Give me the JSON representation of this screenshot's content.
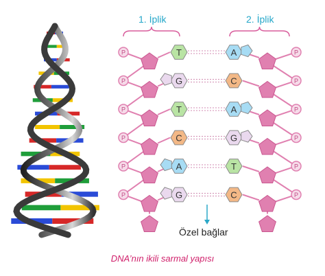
{
  "labels": {
    "strand_1": "1. İplik",
    "strand_2": "2. İplik",
    "special_bonds": "Özel bağlar",
    "caption": "DNA’nın ikili sarmal yapısı",
    "phosphate": "P"
  },
  "base_pairs": [
    {
      "left": "T",
      "right": "A"
    },
    {
      "left": "G",
      "right": "C"
    },
    {
      "left": "T",
      "right": "A"
    },
    {
      "left": "C",
      "right": "G"
    },
    {
      "left": "A",
      "right": "T"
    },
    {
      "left": "G",
      "right": "C"
    }
  ],
  "colors": {
    "backbone": "#e080b0",
    "phosphate_fill": "#f6dbe9",
    "bracket": "#d85d9c",
    "strand_label": "#25a7c9",
    "caption": "#d0206b",
    "arrow": "#2aa8c8",
    "base_T": "#b9e4a4",
    "base_A": "#a7dcf4",
    "base_G": "#ead9ee",
    "base_C": "#f3b886"
  }
}
